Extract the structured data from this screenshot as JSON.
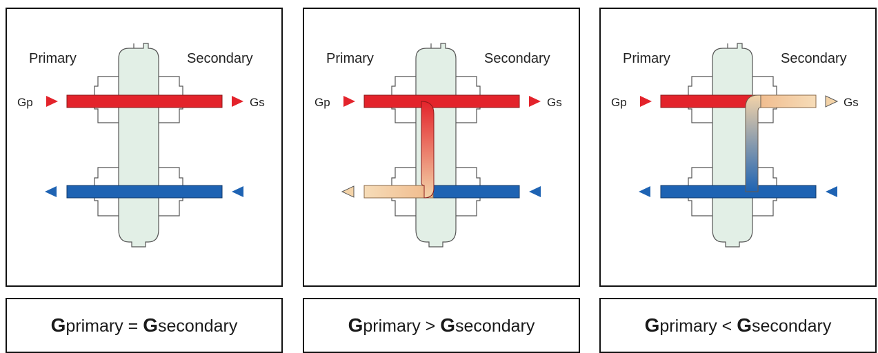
{
  "colors": {
    "hot": "#e3232b",
    "cold": "#1e63b3",
    "mixed": "#f3d3a8",
    "separator": "#e2efe6"
  },
  "panels": [
    {
      "primary_label": "Primary",
      "secondary_label": "Secondary",
      "gp_label": "Gp",
      "gs_label": "Gs",
      "caption": {
        "g1": "G",
        "primary": "primary",
        "op": " = ",
        "g2": "G",
        "secondary": "secondary"
      }
    },
    {
      "primary_label": "Primary",
      "secondary_label": "Secondary",
      "gp_label": "Gp",
      "gs_label": "Gs",
      "caption": {
        "g1": "G",
        "primary": "primary",
        "op": " > ",
        "g2": "G",
        "secondary": "secondary"
      }
    },
    {
      "primary_label": "Primary",
      "secondary_label": "Secondary",
      "gp_label": "Gp",
      "gs_label": "Gs",
      "caption": {
        "g1": "G",
        "primary": "primary",
        "op": " < ",
        "g2": "G",
        "secondary": "secondary"
      }
    }
  ]
}
